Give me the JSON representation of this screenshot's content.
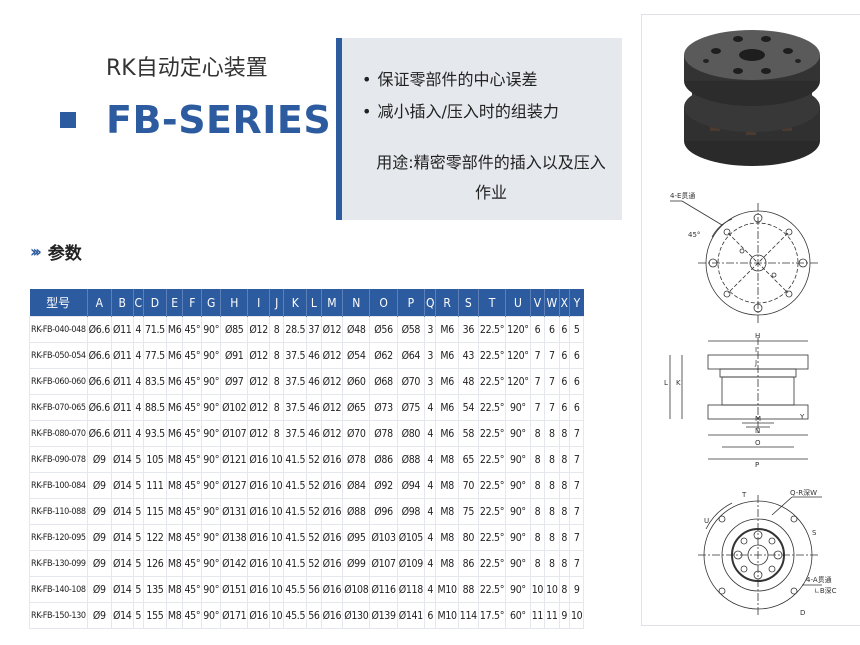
{
  "header": {
    "subtitle": "RK自动定心装置",
    "series": "FB-SERIES"
  },
  "features": {
    "bullets": [
      "保证零部件的中心误差",
      "减小插入/压入时的组装力"
    ],
    "bullet_glyph": "•",
    "usage": "用途:精密零部件的插入以及压入作业"
  },
  "params": {
    "title": "参数",
    "icon": "double-chevron-right-icon"
  },
  "colors": {
    "accent": "#2d5b9f",
    "panel": "#e5e8ed"
  },
  "table": {
    "headers": [
      "型号",
      "A",
      "B",
      "C",
      "D",
      "E",
      "F",
      "G",
      "H",
      "I",
      "J",
      "K",
      "L",
      "M",
      "N",
      "O",
      "P",
      "Q",
      "R",
      "S",
      "T",
      "U",
      "V",
      "W",
      "X",
      "Y"
    ],
    "rows": [
      [
        "RK-FB-040-048",
        "Ø6.6",
        "Ø11",
        "4",
        "71.5",
        "M6",
        "45°",
        "90°",
        "Ø85",
        "Ø12",
        "8",
        "28.5",
        "37",
        "Ø12",
        "Ø48",
        "Ø56",
        "Ø58",
        "3",
        "M6",
        "36",
        "22.5°",
        "120°",
        "6",
        "6",
        "6",
        "5"
      ],
      [
        "RK-FB-050-054",
        "Ø6.6",
        "Ø11",
        "4",
        "77.5",
        "M6",
        "45°",
        "90°",
        "Ø91",
        "Ø12",
        "8",
        "37.5",
        "46",
        "Ø12",
        "Ø54",
        "Ø62",
        "Ø64",
        "3",
        "M6",
        "43",
        "22.5°",
        "120°",
        "7",
        "7",
        "6",
        "6"
      ],
      [
        "RK-FB-060-060",
        "Ø6.6",
        "Ø11",
        "4",
        "83.5",
        "M6",
        "45°",
        "90°",
        "Ø97",
        "Ø12",
        "8",
        "37.5",
        "46",
        "Ø12",
        "Ø60",
        "Ø68",
        "Ø70",
        "3",
        "M6",
        "48",
        "22.5°",
        "120°",
        "7",
        "7",
        "6",
        "6"
      ],
      [
        "RK-FB-070-065",
        "Ø6.6",
        "Ø11",
        "4",
        "88.5",
        "M6",
        "45°",
        "90°",
        "Ø102",
        "Ø12",
        "8",
        "37.5",
        "46",
        "Ø12",
        "Ø65",
        "Ø73",
        "Ø75",
        "4",
        "M6",
        "54",
        "22.5°",
        "90°",
        "7",
        "7",
        "6",
        "6"
      ],
      [
        "RK-FB-080-070",
        "Ø6.6",
        "Ø11",
        "4",
        "93.5",
        "M6",
        "45°",
        "90°",
        "Ø107",
        "Ø12",
        "8",
        "37.5",
        "46",
        "Ø12",
        "Ø70",
        "Ø78",
        "Ø80",
        "4",
        "M6",
        "58",
        "22.5°",
        "90°",
        "8",
        "8",
        "8",
        "7"
      ],
      [
        "RK-FB-090-078",
        "Ø9",
        "Ø14",
        "5",
        "105",
        "M8",
        "45°",
        "90°",
        "Ø121",
        "Ø16",
        "10",
        "41.5",
        "52",
        "Ø16",
        "Ø78",
        "Ø86",
        "Ø88",
        "4",
        "M8",
        "65",
        "22.5°",
        "90°",
        "8",
        "8",
        "8",
        "7"
      ],
      [
        "RK-FB-100-084",
        "Ø9",
        "Ø14",
        "5",
        "111",
        "M8",
        "45°",
        "90°",
        "Ø127",
        "Ø16",
        "10",
        "41.5",
        "52",
        "Ø16",
        "Ø84",
        "Ø92",
        "Ø94",
        "4",
        "M8",
        "70",
        "22.5°",
        "90°",
        "8",
        "8",
        "8",
        "7"
      ],
      [
        "RK-FB-110-088",
        "Ø9",
        "Ø14",
        "5",
        "115",
        "M8",
        "45°",
        "90°",
        "Ø131",
        "Ø16",
        "10",
        "41.5",
        "52",
        "Ø16",
        "Ø88",
        "Ø96",
        "Ø98",
        "4",
        "M8",
        "75",
        "22.5°",
        "90°",
        "8",
        "8",
        "8",
        "7"
      ],
      [
        "RK-FB-120-095",
        "Ø9",
        "Ø14",
        "5",
        "122",
        "M8",
        "45°",
        "90°",
        "Ø138",
        "Ø16",
        "10",
        "41.5",
        "52",
        "Ø16",
        "Ø95",
        "Ø103",
        "Ø105",
        "4",
        "M8",
        "80",
        "22.5°",
        "90°",
        "8",
        "8",
        "8",
        "7"
      ],
      [
        "RK-FB-130-099",
        "Ø9",
        "Ø14",
        "5",
        "126",
        "M8",
        "45°",
        "90°",
        "Ø142",
        "Ø16",
        "10",
        "41.5",
        "52",
        "Ø16",
        "Ø99",
        "Ø107",
        "Ø109",
        "4",
        "M8",
        "86",
        "22.5°",
        "90°",
        "8",
        "8",
        "8",
        "7"
      ],
      [
        "RK-FB-140-108",
        "Ø9",
        "Ø14",
        "5",
        "135",
        "M8",
        "45°",
        "90°",
        "Ø151",
        "Ø16",
        "10",
        "45.5",
        "56",
        "Ø16",
        "Ø108",
        "Ø116",
        "Ø118",
        "4",
        "M10",
        "88",
        "22.5°",
        "90°",
        "10",
        "10",
        "8",
        "9"
      ],
      [
        "RK-FB-150-130",
        "Ø9",
        "Ø14",
        "5",
        "155",
        "M8",
        "45°",
        "90°",
        "Ø171",
        "Ø16",
        "10",
        "45.5",
        "56",
        "Ø16",
        "Ø130",
        "Ø139",
        "Ø141",
        "6",
        "M10",
        "114",
        "17.5°",
        "60°",
        "11",
        "11",
        "9",
        "10"
      ]
    ]
  },
  "drawings": {
    "top_view": {
      "hole_label": "4-E贯通",
      "angle_label": "45°"
    },
    "side_view": {
      "labels": [
        "H",
        "I",
        "J",
        "K",
        "L",
        "M",
        "N",
        "O",
        "P",
        "Y"
      ]
    },
    "bottom_view": {
      "thread_label": "Q-R深W",
      "counterbore_label": "4-A贯通",
      "counterbore_sub": "∟B深C",
      "labels": [
        "T",
        "U",
        "S",
        "D"
      ]
    }
  }
}
